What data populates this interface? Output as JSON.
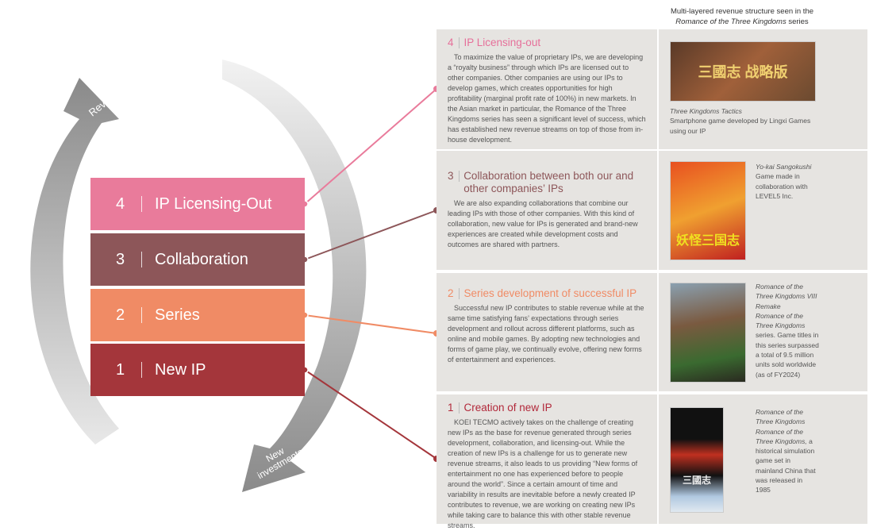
{
  "header": {
    "line1": "Multi-layered revenue structure seen in the",
    "line2_italic": "Romance of the Three Kingdoms",
    "line2_rest": " series"
  },
  "arrows": {
    "revenue": "Revenue",
    "investments_1": "New",
    "investments_2": "investments"
  },
  "boxes": [
    {
      "num": "4",
      "label": "IP Licensing-Out",
      "color": "#e97b9b"
    },
    {
      "num": "3",
      "label": "Collaboration",
      "color": "#8d5659"
    },
    {
      "num": "2",
      "label": "Series",
      "color": "#f08b65"
    },
    {
      "num": "1",
      "label": "New IP",
      "color": "#a4363b"
    }
  ],
  "panels": [
    {
      "num": "4",
      "title": "IP Licensing-out",
      "color": "#e6709a",
      "body": "To maximize the value of proprietary IPs, we are developing a “royalty business” through which IPs are licensed out to other companies. Other companies are using our IPs to develop games, which creates opportunities for high profitability (marginal profit rate of 100%) in new markets. In the Asian market in particular, the Romance of the Three Kingdoms series has seen a significant level of success, which has established new revenue streams on top of those from in-house development.",
      "image_text": "三國志 战略版",
      "cap_title": "Three Kingdoms Tactics",
      "cap_body": "Smartphone game developed by Lingxi Games using our IP"
    },
    {
      "num": "3",
      "title": "Collaboration between both our and other companies’ IPs",
      "color": "#8d5659",
      "body": "We are also expanding collaborations that combine our leading IPs with those of other companies. With this kind of collaboration, new value for IPs is generated and brand-new experiences are created while development costs and outcomes are shared with partners.",
      "image_text": "妖怪三国志",
      "cap_title": "Yo-kai Sangokushi",
      "cap_body": "Game made in collaboration with LEVEL5 Inc."
    },
    {
      "num": "2",
      "title": "Series development of successful IP",
      "color": "#f08b65",
      "body": "Successful new IP contributes to stable revenue while at the same time satisfying fans’ expectations through series development and rollout across different platforms, such as online and mobile games. By adopting new technologies and forms of game play, we continually evolve, offering new forms of entertainment and experiences.",
      "cap_title": "Romance of the Three Kingdoms VIII Remake",
      "cap_italic": "Romance of the Three Kingdoms",
      "cap_body": " series. Game titles in this series surpassed a total of 9.5 million units sold worldwide (as of FY2024)"
    },
    {
      "num": "1",
      "title": "Creation of new IP",
      "color": "#b2283a",
      "body": "KOEI TECMO actively takes on the challenge of creating new IPs as the base for revenue generated through series development, collaboration, and licensing-out. While the creation of new IPs is a challenge for us to generate new revenue streams, it also leads to us providing “New forms of entertainment no one has experienced before to people around the world”. Since a certain amount of time and variability in results are inevitable before a newly created IP contributes to revenue, we are working on creating new IPs while taking care to balance this with other stable revenue streams.",
      "image_text": "三國志",
      "cap_title": "Romance of the Three Kingdoms",
      "cap_italic": "Romance of the Three Kingdoms,",
      "cap_body": " a historical simulation game set in mainland China that was released in 1985"
    }
  ]
}
